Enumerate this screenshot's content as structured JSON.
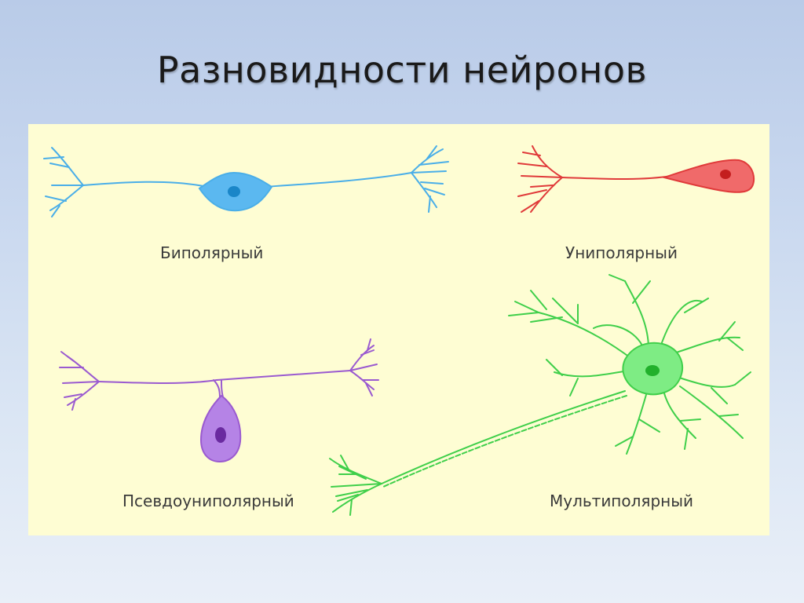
{
  "slide": {
    "title": "Разновидности нейронов"
  },
  "neurons": [
    {
      "id": "bipolar",
      "label": "Биполярный",
      "color": "#4aaee8",
      "fill": "#5bb8f0",
      "nucleus": "#1a86c8"
    },
    {
      "id": "unipolar",
      "label": "Униполярный",
      "color": "#e03a3a",
      "fill": "#f06a6a",
      "nucleus": "#c41e1e"
    },
    {
      "id": "pseudounipolar",
      "label": "Псевдоуниполярный",
      "color": "#9a5ad0",
      "fill": "#b583e6",
      "nucleus": "#6a2aa0"
    },
    {
      "id": "multipolar",
      "label": "Мультиполярный",
      "color": "#3fcf4a",
      "fill": "#7eec84",
      "nucleus": "#22b02c"
    }
  ],
  "colors": {
    "background": "#c9d8ef",
    "panel": "#fefdd3"
  }
}
